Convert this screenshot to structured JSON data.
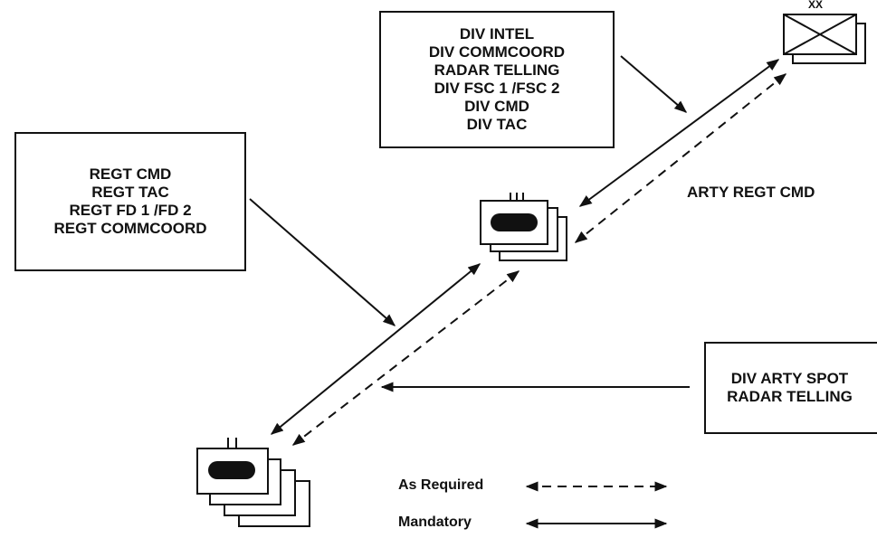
{
  "div_box": {
    "lines": [
      "DIV INTEL",
      "DIV COMMCOORD",
      "RADAR TELLING",
      "DIV FSC 1 /FSC 2",
      "DIV CMD",
      "DIV TAC"
    ]
  },
  "regt_box": {
    "lines": [
      "REGT CMD",
      "REGT TAC",
      "REGT FD 1 /FD 2",
      "REGT COMMCOORD"
    ]
  },
  "spot_box": {
    "lines": [
      "DIV ARTY SPOT",
      "RADAR TELLING"
    ]
  },
  "division_symbol": {
    "echelon": "XX"
  },
  "arty_regt_label": "ARTY REGT CMD",
  "legend": {
    "as_required": "As Required",
    "mandatory": "Mandatory"
  }
}
